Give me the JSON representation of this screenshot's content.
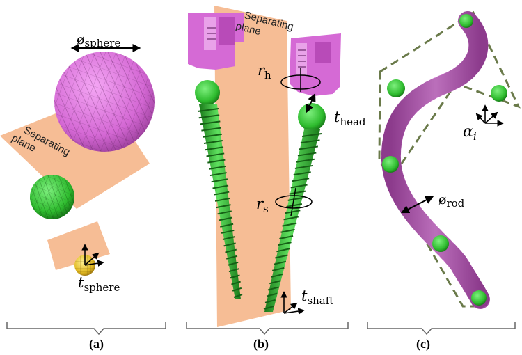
{
  "panel_a": {
    "diameter_label": "ø",
    "diameter_sub": "sphere",
    "plane_label_1": "Separating",
    "plane_label_2": "plane",
    "translation_label": "t",
    "translation_sub": "sphere",
    "caption": "(a)"
  },
  "panel_b": {
    "plane_label_1": "Separating",
    "plane_label_2": "plane",
    "rot_head_label": "r",
    "rot_head_sub": "h",
    "trans_head_label": "t",
    "trans_head_sub": "head",
    "rot_shaft_label": "r",
    "rot_shaft_sub": "s",
    "trans_shaft_label": "t",
    "trans_shaft_sub": "shaft",
    "caption": "(b)"
  },
  "panel_c": {
    "angle_label": "α",
    "angle_sub": "i",
    "diameter_label": "ø",
    "diameter_sub": "rod",
    "caption": "(c)"
  },
  "colors": {
    "plane": "#f4b183",
    "magenta": "#e070e0",
    "green": "#2fc42f",
    "yellow": "#e8c020",
    "dashed": "#6a7a4a"
  }
}
